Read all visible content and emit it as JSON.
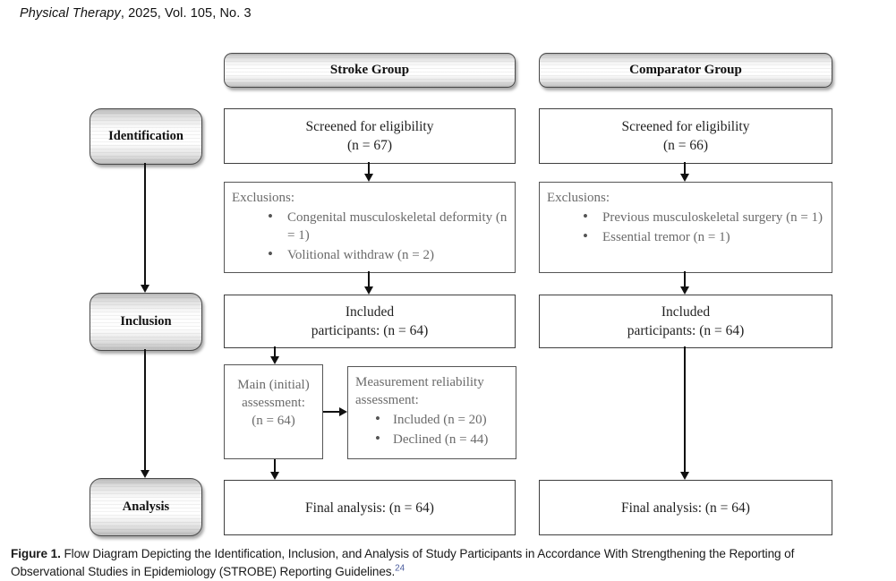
{
  "journal": {
    "title": "Physical Therapy",
    "issue": ", 2025, Vol. 105, No. 3"
  },
  "stages": {
    "identification": "Identification",
    "inclusion": "Inclusion",
    "analysis": "Analysis"
  },
  "groups": [
    {
      "header": "Stroke Group",
      "screened_line1": "Screened for eligibility",
      "screened_line2": "(n = 67)",
      "exclusions_title": "Exclusions:",
      "exclusions": [
        "Congenital musculoskeletal deformity (n = 1)",
        "Volitional withdraw (n = 2)"
      ],
      "included_line1": "Included",
      "included_line2": "participants: (n = 64)",
      "final_analysis": "Final analysis: (n = 64)"
    },
    {
      "header": "Comparator Group",
      "screened_line1": "Screened for eligibility",
      "screened_line2": "(n = 66)",
      "exclusions_title": "Exclusions:",
      "exclusions": [
        "Previous musculoskeletal surgery (n = 1)",
        "Essential tremor (n = 1)"
      ],
      "included_line1": "Included",
      "included_line2": "participants: (n = 64)",
      "final_analysis": "Final analysis: (n = 64)"
    }
  ],
  "assessment": {
    "main_line1": "Main (initial)",
    "main_line2": "assessment:",
    "main_line3": "(n = 64)",
    "reliability_line1": "Measurement reliability",
    "reliability_line2": "assessment:",
    "reliability_items": [
      "Included (n = 20)",
      "Declined (n = 44)"
    ]
  },
  "caption": {
    "label": "Figure 1.",
    "line1": " Flow Diagram Depicting the Identification, Inclusion, and Analysis of Study Participants in Accordance With Strengthening the Reporting of",
    "line2": "Observational Studies in Epidemiology (STROBE) Reporting Guidelines.",
    "reference": "24"
  },
  "colors": {
    "box_border": "#3f3f3f",
    "gray_text": "#6b6b6b",
    "dark_text": "#1f1f1f",
    "reference_link": "#4d5e9e"
  }
}
